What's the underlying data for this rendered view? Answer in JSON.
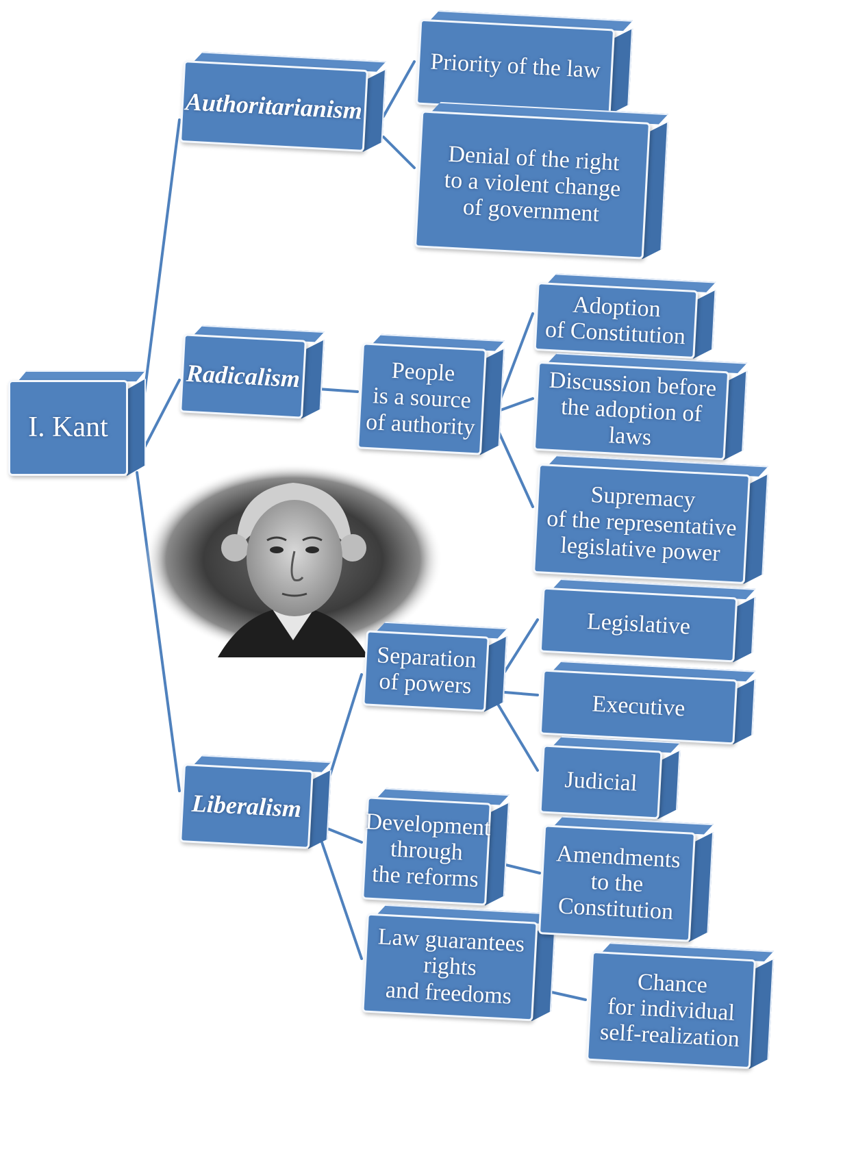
{
  "diagram": {
    "root": {
      "label": "I. Kant"
    },
    "doctrines": [
      {
        "id": "authoritarianism",
        "label": "Authoritarianism"
      },
      {
        "id": "radicalism",
        "label": "Radicalism"
      },
      {
        "id": "liberalism",
        "label": "Liberalism"
      }
    ],
    "authoritarianism_items": [
      {
        "label": "Priority of the law"
      },
      {
        "label": "Denial of the right\nto a violent change\nof government"
      }
    ],
    "radicalism_principle": {
      "label": "People\nis a source\nof authority"
    },
    "radicalism_items": [
      {
        "label": "Adoption\nof Constitution"
      },
      {
        "label": "Discussion before\nthe adoption of laws"
      },
      {
        "label": "Supremacy\nof the representative\nlegislative power"
      }
    ],
    "liberalism_principles": [
      {
        "label": "Separation\nof powers"
      },
      {
        "label": "Development\nthrough\nthe reforms"
      },
      {
        "label": "Law guarantees\nrights\nand freedoms"
      }
    ],
    "powers": [
      {
        "label": "Legislative"
      },
      {
        "label": "Executive"
      },
      {
        "label": "Judicial"
      }
    ],
    "reform_item": {
      "label": "Amendments\nto the\nConstitution"
    },
    "freedom_item": {
      "label": "Chance\nfor individual\nself-realization"
    }
  },
  "colors": {
    "box_face": "#4f81bd",
    "box_side": "#3f6fa9",
    "box_top": "#5a8bc6",
    "connector": "#4f81bd",
    "text": "#ffffff"
  },
  "portrait": {
    "icon": "kant-portrait-icon"
  }
}
